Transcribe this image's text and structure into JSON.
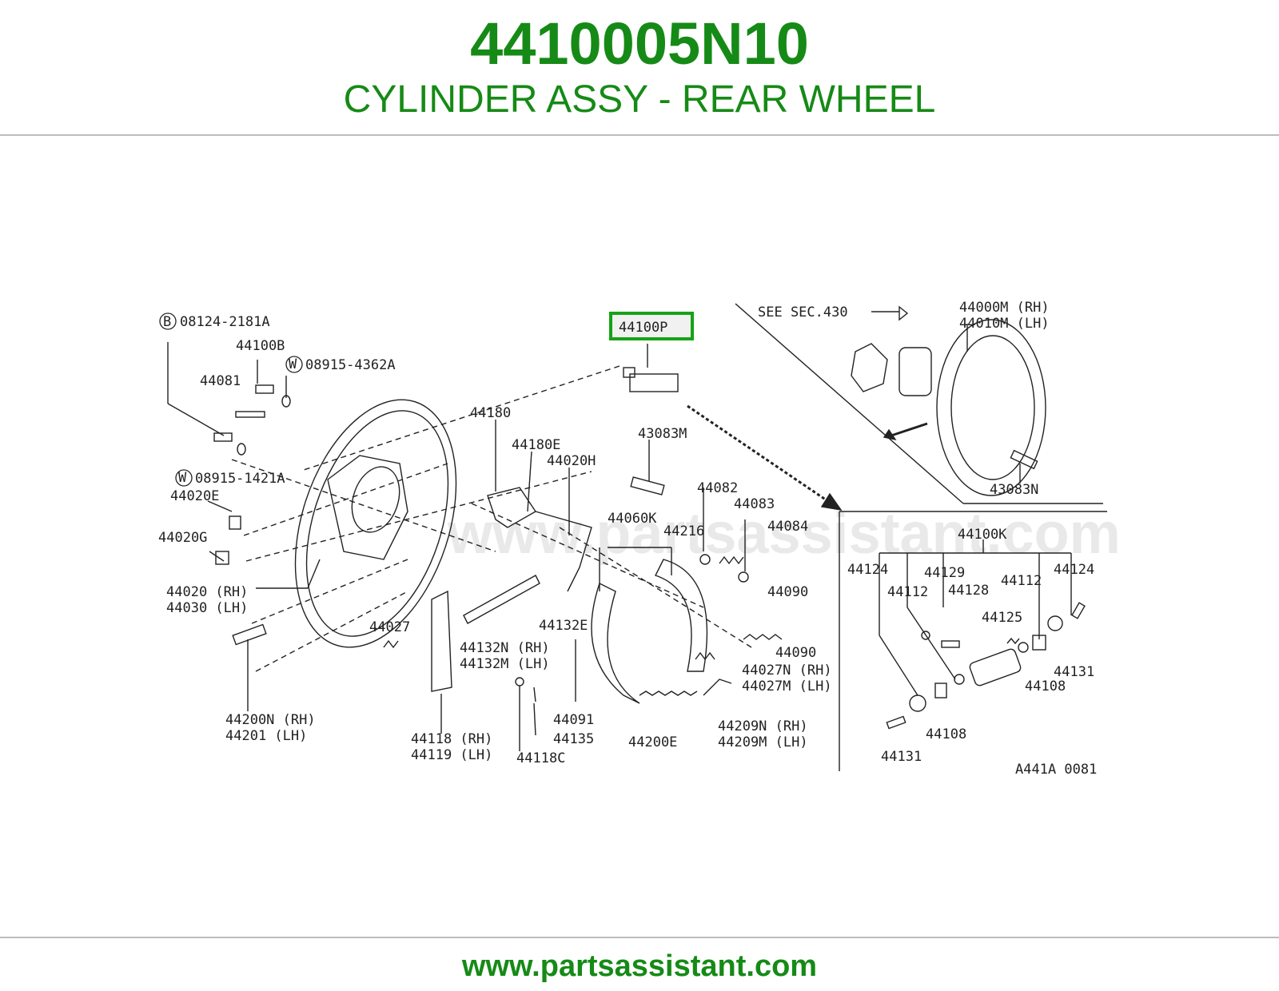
{
  "header": {
    "part_number": "4410005N10",
    "part_name": "CYLINDER ASSY - REAR WHEEL"
  },
  "footer": {
    "site_url": "www.partsassistant.com"
  },
  "diagram": {
    "watermark": "www.partsassistant.com",
    "highlighted_part": "44100P",
    "drawing_code": "A441A 0081",
    "colors": {
      "accent": "#168a16",
      "highlight": "#17a217",
      "lines": "#222222"
    },
    "labels": {
      "b08124": "08124-2181A",
      "p44100b": "44100B",
      "w08915_4362": "08915-4362A",
      "p44081": "44081",
      "p44180": "44180",
      "w08915_1421": "08915-1421A",
      "p44020e": "44020E",
      "p44180e": "44180E",
      "p44020h": "44020H",
      "p43083m": "43083M",
      "p44020g": "44020G",
      "p44020rh": "44020 (RH)",
      "p44030lh": "44030 (LH)",
      "p44060k": "44060K",
      "p44216": "44216",
      "p44082": "44082",
      "p44083": "44083",
      "p44084": "44084",
      "p44090a": "44090",
      "p44090b": "44090",
      "p44027": "44027",
      "p44132e": "44132E",
      "p44132n": "44132N (RH)",
      "p44132m": "44132M (LH)",
      "p44027n": "44027N (RH)",
      "p44027m": "44027M (LH)",
      "p44200nrh": "44200N (RH)",
      "p44201lh": "44201   (LH)",
      "p44118rh": "44118  (RH)",
      "p44119lh": "44119  (LH)",
      "p44091": "44091",
      "p44135": "44135",
      "p44118c": "44118C",
      "p44200e": "44200E",
      "p44209n": "44209N (RH)",
      "p44209m": "44209M (LH)",
      "see_sec": "SEE SEC.430",
      "p44000m": "44000M (RH)",
      "p44010m": "44010M (LH)",
      "p43083n": "43083N",
      "p44100k": "44100K",
      "p44124a": "44124",
      "p44124b": "44124",
      "p44129": "44129",
      "p44112a": "44112",
      "p44128": "44128",
      "p44112b": "44112",
      "p44125": "44125",
      "p44131a": "44131",
      "p44108a": "44108",
      "p44108b": "44108",
      "p44131b": "44131"
    },
    "callout_marks": {
      "bolt": "B",
      "washer": "W"
    }
  }
}
